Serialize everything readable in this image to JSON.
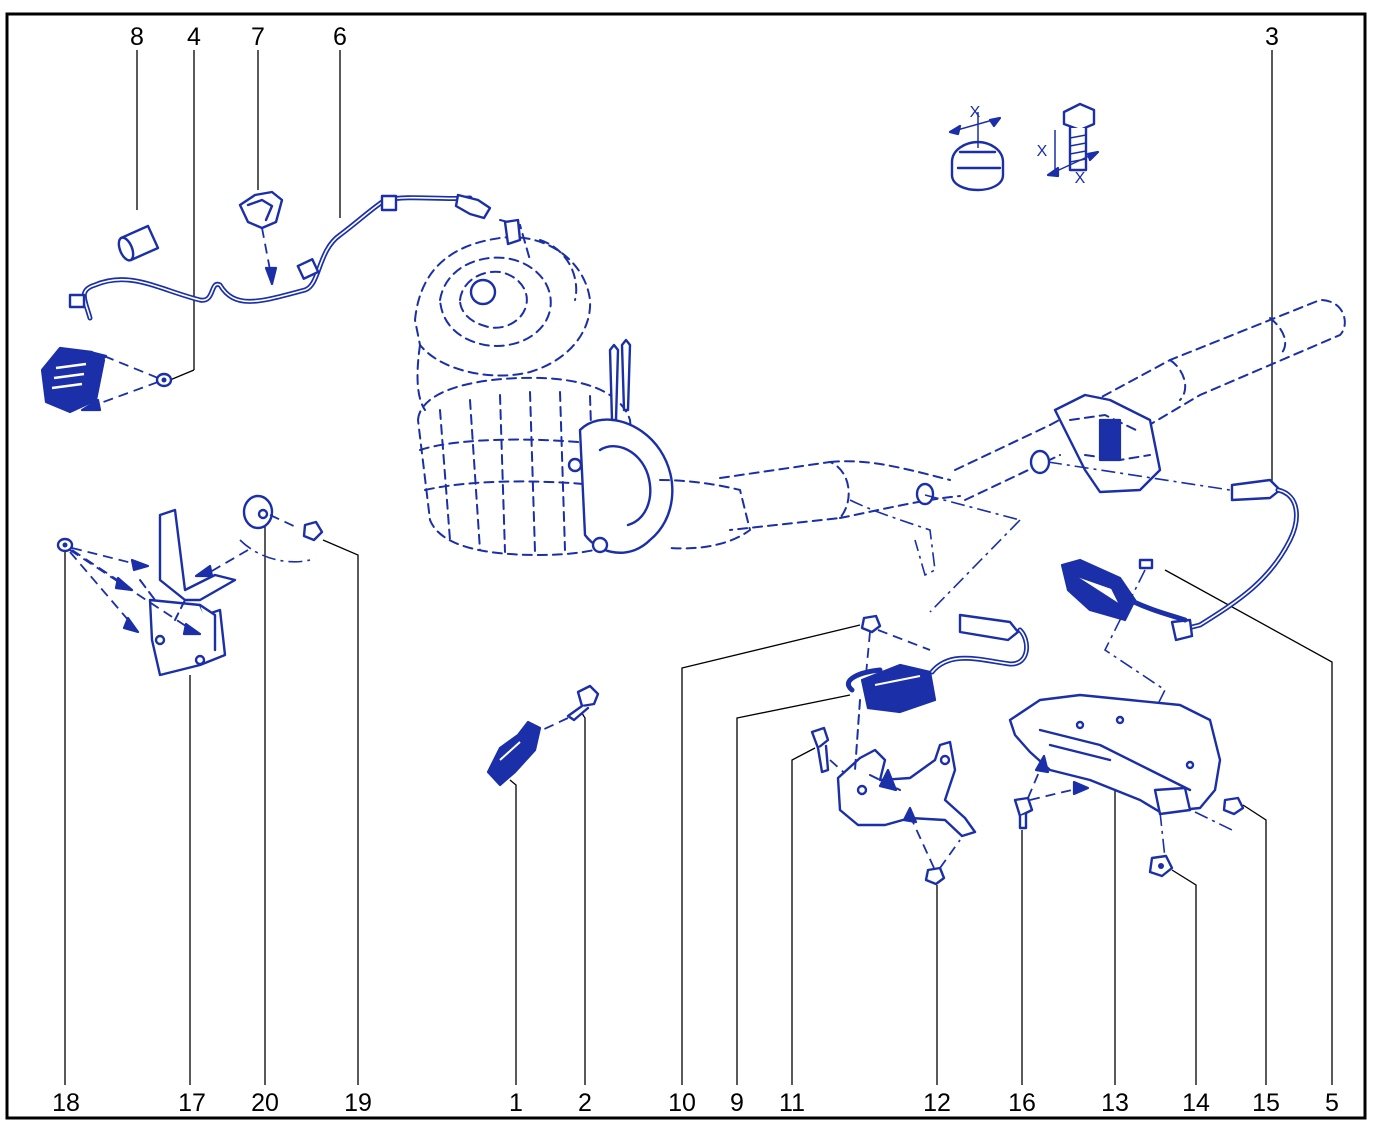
{
  "diagram": {
    "callouts": [
      {
        "id": "8"
      },
      {
        "id": "4"
      },
      {
        "id": "7"
      },
      {
        "id": "6"
      },
      {
        "id": "3"
      },
      {
        "id": "18"
      },
      {
        "id": "17"
      },
      {
        "id": "20"
      },
      {
        "id": "19"
      },
      {
        "id": "1"
      },
      {
        "id": "2"
      },
      {
        "id": "10"
      },
      {
        "id": "9"
      },
      {
        "id": "11"
      },
      {
        "id": "12"
      },
      {
        "id": "16"
      },
      {
        "id": "13"
      },
      {
        "id": "14"
      },
      {
        "id": "15"
      },
      {
        "id": "5"
      }
    ],
    "dimension_symbol": "X",
    "colors": {
      "line_art": "#1a2fa8",
      "labels": "#000000",
      "border": "#000000",
      "background": "#ffffff"
    }
  }
}
